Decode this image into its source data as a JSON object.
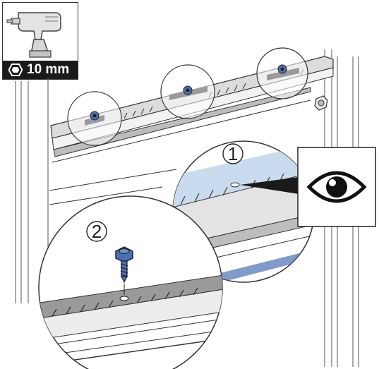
{
  "tool": {
    "icon": "drill-icon",
    "socket_icon": "hex-socket-icon",
    "size_label": "10 mm"
  },
  "callouts": {
    "step1": "1",
    "step2": "2"
  },
  "icons": {
    "inspect": "eye-icon",
    "screw": "self-tapping-screw-icon"
  },
  "colors": {
    "accent_blue": "#4a6fb5",
    "light_blue": "#c9dcef",
    "line": "#2a2a2a",
    "shade": "#9a9a9a",
    "panel_gray": "#d9d9d9"
  }
}
